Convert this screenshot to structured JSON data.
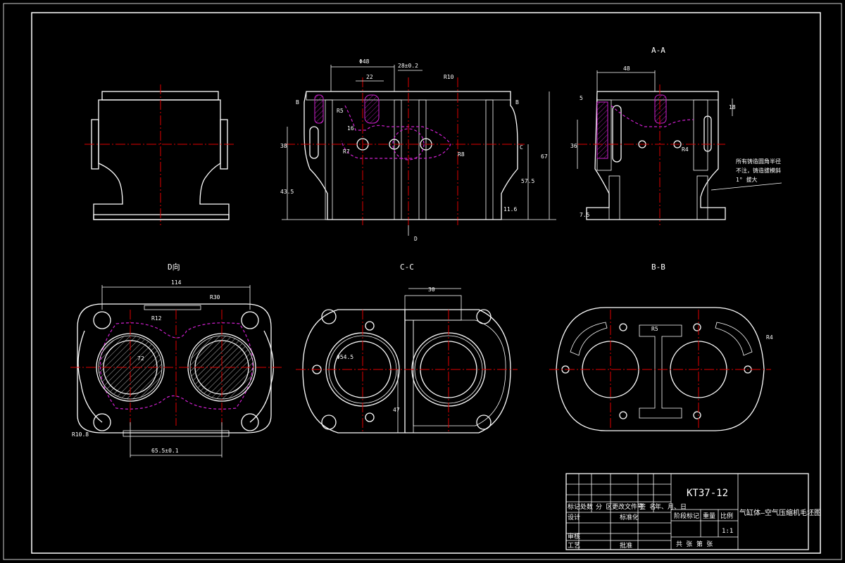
{
  "colors": {
    "background": "#000000",
    "lines": "#ffffff",
    "centerlines": "#e00000",
    "hidden": "#d020d0"
  },
  "views": {
    "section_aa": "A-A",
    "view_d": "D向",
    "section_cc": "C-C",
    "section_bb": "B-B"
  },
  "dims": {
    "d_phi48": "Φ48",
    "d_22": "22",
    "d_28": "28±0.2",
    "d_r10": "R10",
    "d_16": "16",
    "d_38": "38",
    "d_43": "43.5",
    "d_67": "67",
    "d_57": "57.5",
    "d_116": "11.6",
    "d_r7": "R7",
    "d_r5": "R5",
    "d_r8": "R8",
    "aa_48": "48",
    "aa_18": "18",
    "aa_5": "5",
    "aa_36": "36",
    "aa_75": "7.5",
    "aa_r4": "R4",
    "d_114": "114",
    "d_r30": "R30",
    "d_r12": "R12",
    "d_72": "72",
    "d_r10_8": "R10.8",
    "d_655": "65.5±0.1",
    "cc_30": "30",
    "cc_phi54": "Φ54.5",
    "cc_47": "47",
    "bb_r5": "R5",
    "bb_r4": "R4",
    "label_b": "B",
    "label_c": "C",
    "label_d": "D"
  },
  "note": {
    "line1": "所有铸造圆角半径",
    "line2": "不注，铸造拔模斜",
    "line3": "1° 拔大"
  },
  "title_block": {
    "drawing_no": "KT37-12",
    "drawing_name": "气缸体—空气压缩机毛坯图",
    "hdr_mark": "标记",
    "hdr_count": "处数",
    "hdr_zone": "分 区",
    "hdr_docno": "更改文件号",
    "hdr_sign": "签 名",
    "hdr_date": "年、月、日",
    "design": "设计",
    "standard": "标准化",
    "review": "审核",
    "process": "工艺",
    "approve": "批准",
    "stage": "阶段标记",
    "weight": "重量",
    "scale": "比例",
    "scale_val": "1:1",
    "sheets": "共   张  第   张"
  }
}
